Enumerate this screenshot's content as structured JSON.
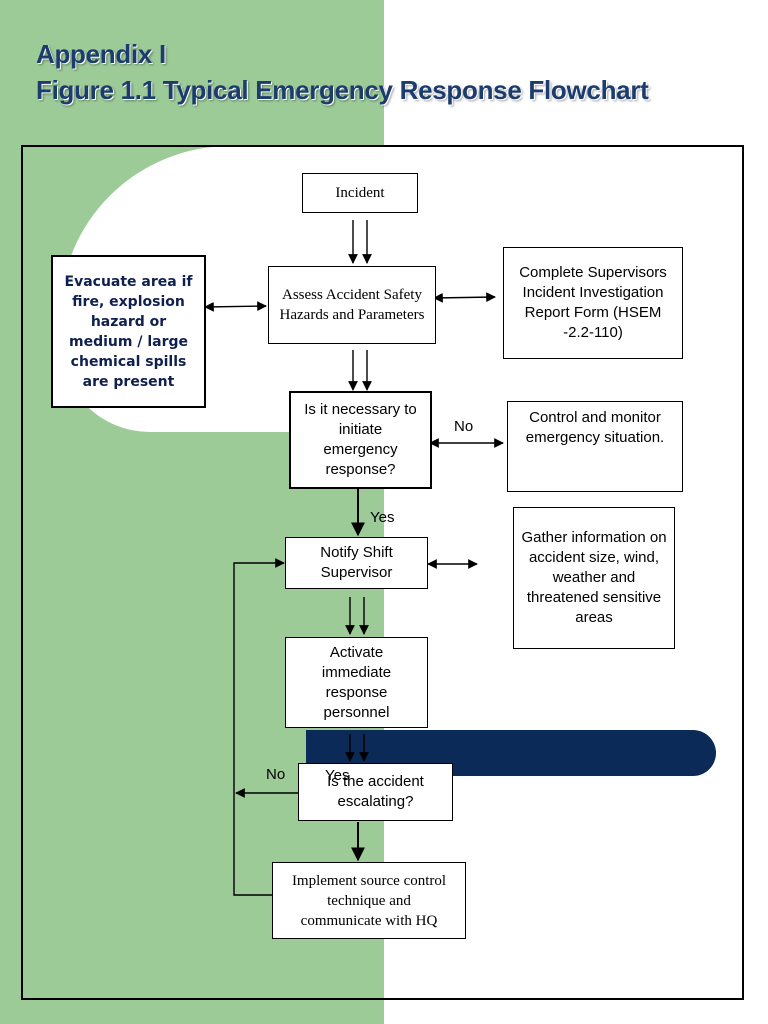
{
  "title": {
    "line1": "Appendix I",
    "line2": "Figure 1.1 Typical Emergency Response Flowchart"
  },
  "flowchart": {
    "incident": "Incident",
    "assess": "Assess Accident Safety Hazards and Parameters",
    "evacuate": "Evacuate area if fire, explosion hazard or medium / large chemical spills are present",
    "complete_report": "Complete Supervisors Incident Investigation Report Form (HSEM -2.2-110)",
    "initiate_question": "Is it necessary to initiate emergency response?",
    "control_monitor": "Control and monitor emergency situation.",
    "notify": "Notify Shift Supervisor",
    "gather": "Gather information on accident size, wind, weather and threatened sensitive areas",
    "activate": "Activate immediate response personnel",
    "escalating_question": "Is the accident escalating?",
    "implement": "Implement source control technique and communicate with HQ",
    "label_no_1": "No",
    "label_yes_1": "Yes",
    "label_no_2": "No",
    "label_yes_2": "Yes"
  },
  "colors": {
    "green_panel": "#9ccb98",
    "title": "#1c3c6e",
    "navy_bar": "#0c2a57"
  }
}
